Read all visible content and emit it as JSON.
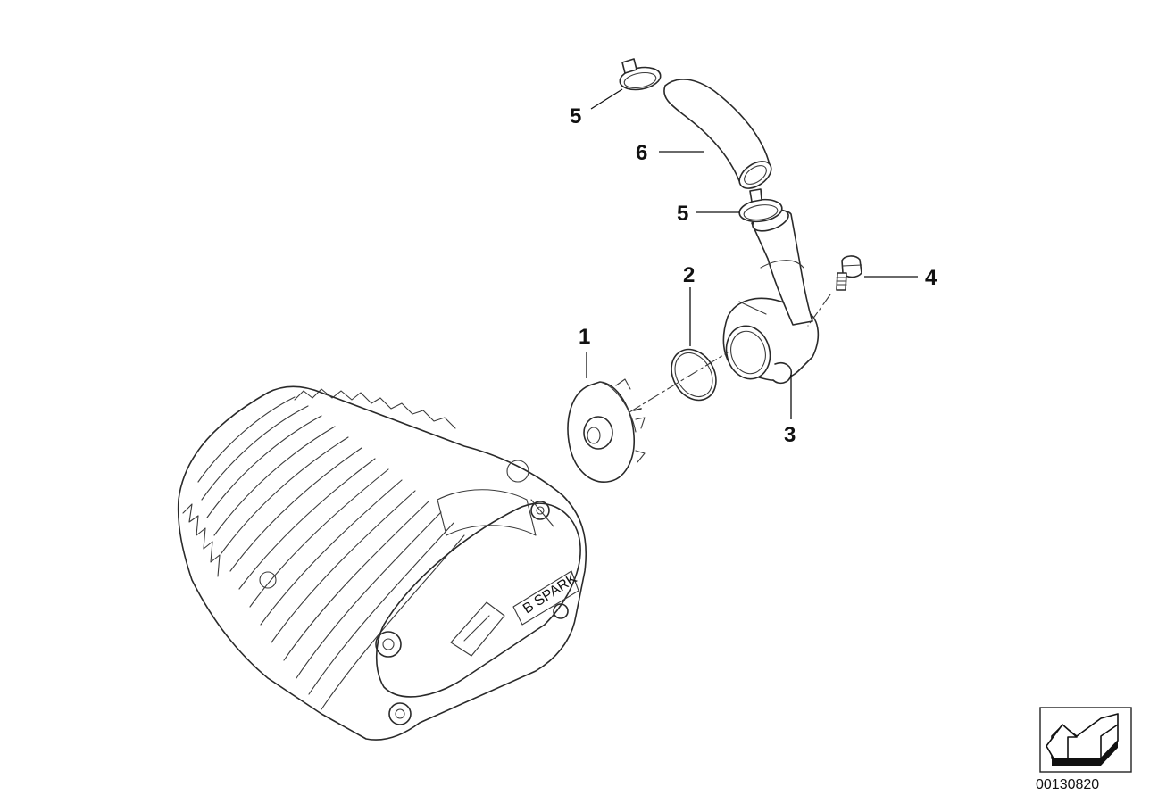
{
  "diagram": {
    "callouts": [
      {
        "id": "c1",
        "label": "1"
      },
      {
        "id": "c2",
        "label": "2"
      },
      {
        "id": "c3",
        "label": "3"
      },
      {
        "id": "c4",
        "label": "4"
      },
      {
        "id": "c5a",
        "label": "5"
      },
      {
        "id": "c5b",
        "label": "5"
      },
      {
        "id": "c6",
        "label": "6"
      }
    ],
    "engraving": "B SPARK",
    "reference_number": "00130820"
  },
  "colors": {
    "ink": "#2a2a2a",
    "background": "#ffffff"
  }
}
